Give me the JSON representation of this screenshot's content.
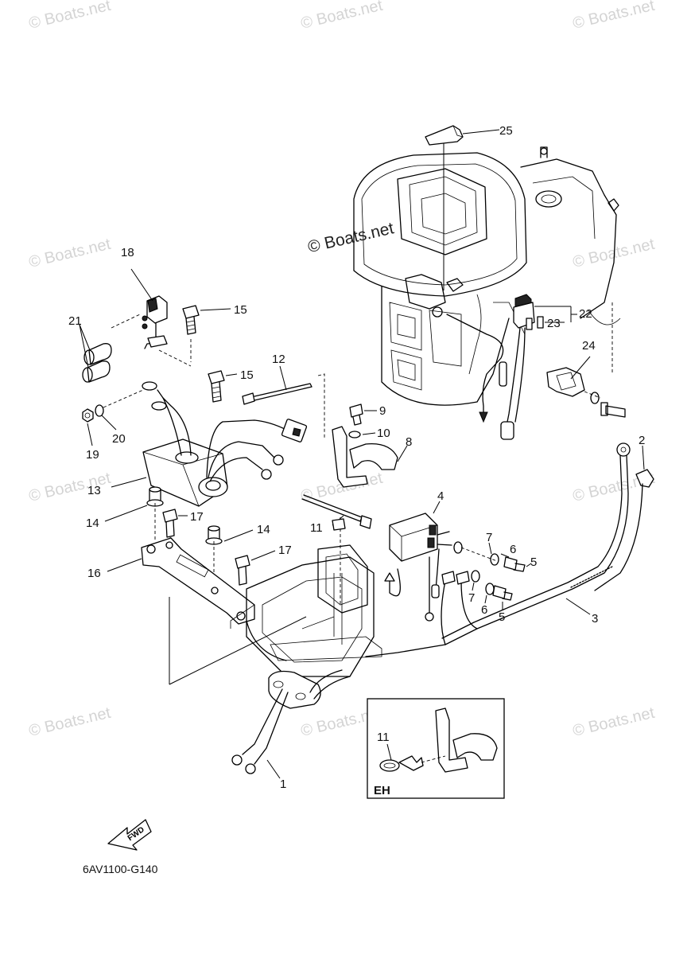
{
  "watermark": "© Boats.net",
  "center_mark": "© Boats.net",
  "diagram_code": "6AV1100-G140",
  "inset_label": "EH",
  "inset_callout": "11",
  "fwd_label": "FWD",
  "callouts": {
    "c1": "1",
    "c2": "2",
    "c3": "3",
    "c4": "4",
    "c5a": "5",
    "c5b": "5",
    "c6a": "6",
    "c6b": "6",
    "c7a": "7",
    "c7b": "7",
    "c8": "8",
    "c9": "9",
    "c10": "10",
    "c11": "11",
    "c12": "12",
    "c13": "13",
    "c14a": "14",
    "c14b": "14",
    "c15a": "15",
    "c15b": "15",
    "c16": "16",
    "c17a": "17",
    "c17b": "17",
    "c18": "18",
    "c19": "19",
    "c20": "20",
    "c21": "21",
    "c22": "22",
    "c23": "23",
    "c24": "24",
    "c25": "25"
  }
}
